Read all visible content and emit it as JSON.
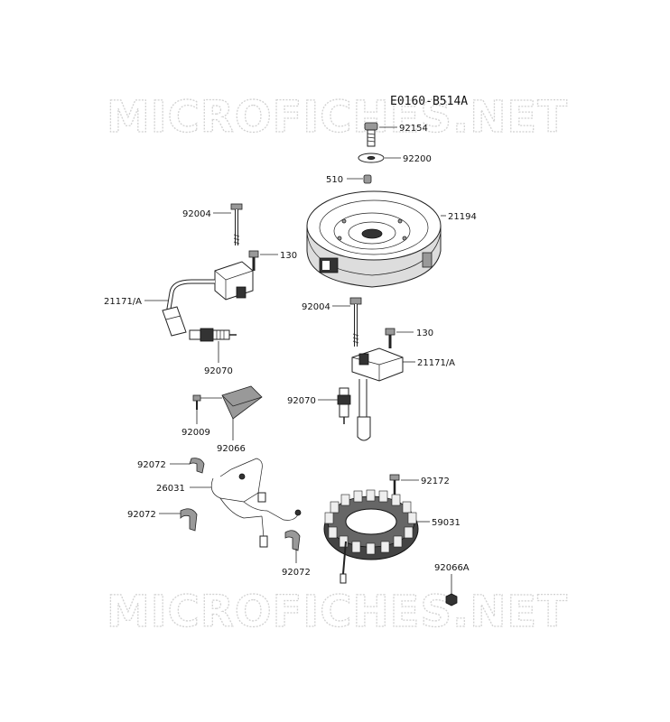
{
  "diagram_code": "E0160-B514A",
  "watermark": "MICROFICHES.NET",
  "callouts": {
    "c_92154": "92154",
    "c_92200": "92200",
    "c_510": "510",
    "c_21194": "21194",
    "c_92004_left": "92004",
    "c_130_left": "130",
    "c_21171A_left": "21171/A",
    "c_92070_left": "92070",
    "c_92004_right": "92004",
    "c_130_right": "130",
    "c_21171A_right": "21171/A",
    "c_92070_right": "92070",
    "c_92009": "92009",
    "c_92066": "92066",
    "c_92072_top": "92072",
    "c_26031": "26031",
    "c_92072_mid": "92072",
    "c_92072_bottom": "92072",
    "c_92172": "92172",
    "c_59031": "59031",
    "c_92066A": "92066A"
  }
}
